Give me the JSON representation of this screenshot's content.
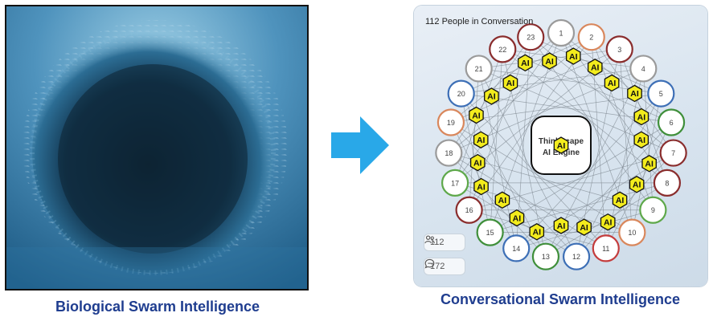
{
  "left": {
    "caption": "Biological Swarm Intelligence"
  },
  "right": {
    "caption": "Conversational Swarm Intelligence",
    "title": "112 People in Conversation",
    "engine_label_line1": "ThinkScape",
    "engine_label_line2": "AI Engine",
    "ai_badge_text": "AI",
    "participants_count": "112",
    "messages_count": "172",
    "nodes": [
      "1",
      "2",
      "3",
      "4",
      "5",
      "6",
      "7",
      "8",
      "9",
      "10",
      "11",
      "12",
      "13",
      "14",
      "15",
      "16",
      "17",
      "18",
      "19",
      "20",
      "21",
      "22",
      "23"
    ],
    "node_colors": [
      "#9a9a9a",
      "#d9875c",
      "#8a2d2d",
      "#9a9a9a",
      "#3d6fb6",
      "#3f8f3a",
      "#8a2d2d",
      "#8a2d2d",
      "#5ea84a",
      "#d9875c",
      "#c43c3c",
      "#3d6fb6",
      "#3f8f3a",
      "#3d6fb6",
      "#3f8f3a",
      "#8a2d2d",
      "#5ea84a",
      "#9a9a9a",
      "#d9875c",
      "#3d6fb6",
      "#9a9a9a",
      "#8a2d2d",
      "#8a2d2d"
    ]
  },
  "colors": {
    "caption": "#1f3d8f",
    "arrow": "#29a8e8",
    "ai_badge": "#f3ec1d",
    "water_light": "#5aa0c8",
    "water_dark": "#0f2a3e"
  }
}
